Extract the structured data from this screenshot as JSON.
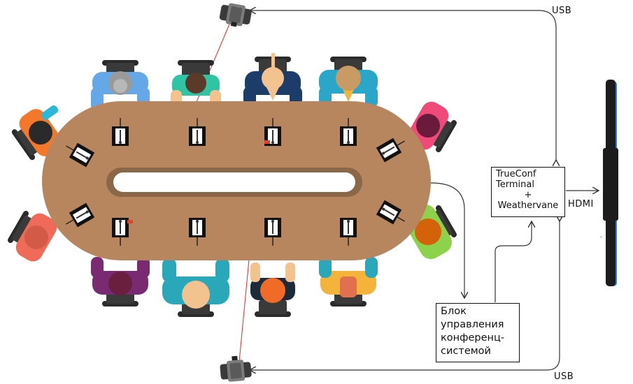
{
  "labels": {
    "usb_top": "USB",
    "usb_bottom": "USB",
    "hdmi": "HDMI"
  },
  "terminal_box": {
    "line1": "TrueConf",
    "line2": "Terminal",
    "line3": "+",
    "line4": "Weathervane"
  },
  "control_box": {
    "line1": "Блок",
    "line2": "управления",
    "line3": "конференц-",
    "line4": "системой"
  },
  "colors": {
    "table": "#b7865f",
    "table_inner": "#8a6746",
    "laser": "#e53935",
    "line": "#333333",
    "screen": "#1c1c1c",
    "screen_edge": "#2f80c8"
  }
}
